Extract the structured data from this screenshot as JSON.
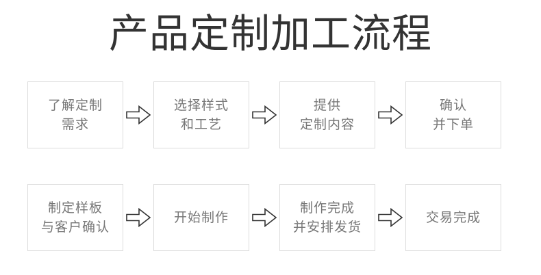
{
  "title": "产品定制加工流程",
  "theme": {
    "background": "#ffffff",
    "title_color": "#333333",
    "box_border": "#dcdcdc",
    "box_text": "#767676",
    "arrow_stroke": "#333333",
    "arrow_fill": "#ffffff"
  },
  "flow": {
    "rows": [
      {
        "nodes": [
          {
            "label": "了解定制\n需求",
            "line1": "了解定制",
            "line2": "需求"
          },
          {
            "label": "选择样式\n和工艺",
            "line1": "选择样式",
            "line2": "和工艺"
          },
          {
            "label": "提供\n定制内容",
            "line1": "提供",
            "line2": "定制内容"
          },
          {
            "label": "确认\n并下单",
            "line1": "确认",
            "line2": "并下单"
          }
        ],
        "connectors": [
          "arrow-right",
          "arrow-right",
          "arrow-right"
        ]
      },
      {
        "nodes": [
          {
            "label": "制定样板\n与客户确认",
            "line1": "制定样板",
            "line2": "与客户确认"
          },
          {
            "label": "开始制作",
            "line1": "开始制作",
            "line2": ""
          },
          {
            "label": "制作完成\n并安排发货",
            "line1": "制作完成",
            "line2": "并安排发货"
          },
          {
            "label": "交易完成",
            "line1": "交易完成",
            "line2": ""
          }
        ],
        "connectors": [
          "arrow-right",
          "arrow-right",
          "arrow-right"
        ]
      }
    ]
  }
}
